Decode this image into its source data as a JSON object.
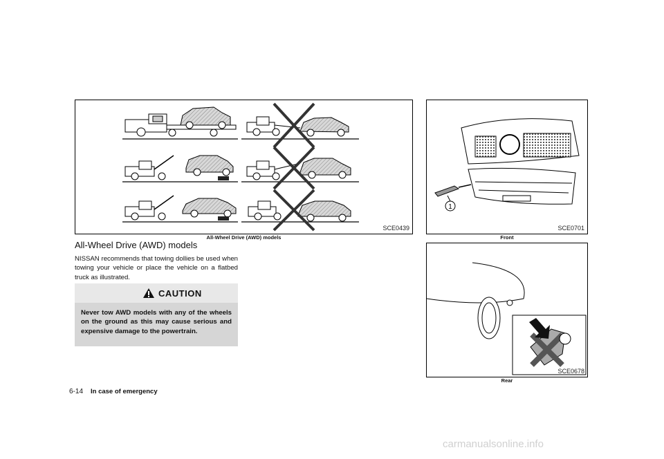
{
  "figures": {
    "towing": {
      "code": "SCE0439",
      "caption": "All-Wheel Drive (AWD) models"
    },
    "front": {
      "code": "SCE0701",
      "caption": "Front",
      "callout": "1"
    },
    "rear": {
      "code": "SCE0678",
      "caption": "Rear"
    }
  },
  "section": {
    "heading": "All-Wheel Drive (AWD) models",
    "body": "NISSAN recommends that towing dollies be used when towing your vehicle or place the vehicle on a flatbed truck as illustrated."
  },
  "caution": {
    "title": "CAUTION",
    "text": "Never tow AWD models with any of the wheels on the ground as this may cause serious and expensive damage to the powertrain."
  },
  "footer": {
    "page_number": "6-14",
    "section_name": "In case of emergency"
  },
  "watermark": "carmanualsonline.info"
}
